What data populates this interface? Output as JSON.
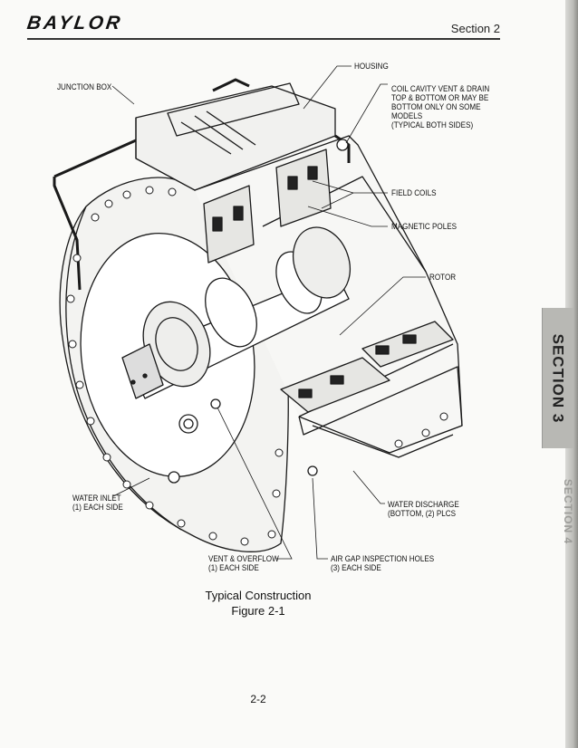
{
  "header": {
    "brand": "BAYLOR",
    "section": "Section 2"
  },
  "figure": {
    "callouts": {
      "junction_box": "JUNCTION BOX",
      "housing": "HOUSING",
      "coil_vent": "COIL CAVITY VENT & DRAIN\nTOP & BOTTOM OR MAY BE\nBOTTOM ONLY ON SOME\nMODELS\n(TYPICAL BOTH SIDES)",
      "field_coils": "FIELD COILS",
      "magnetic_poles": "MAGNETIC POLES",
      "rotor": "ROTOR",
      "water_inlet": "WATER INLET\n(1) EACH SIDE",
      "water_discharge": "WATER DISCHARGE\n(BOTTOM, (2) PLCS",
      "vent_overflow": "VENT & OVERFLOW\n(1) EACH SIDE",
      "air_gap": "AIR GAP INSPECTION HOLES\n(3) EACH SIDE"
    },
    "caption_title": "Typical Construction",
    "caption_number": "Figure 2-1"
  },
  "footer": {
    "page_number": "2-2"
  },
  "side_tab": {
    "label": "SECTION 3",
    "ghost_label": "SECTION 4"
  },
  "colors": {
    "ink": "#1a1a1a",
    "paper": "#fafaf8",
    "tab_gray": "#b8b8b4"
  }
}
